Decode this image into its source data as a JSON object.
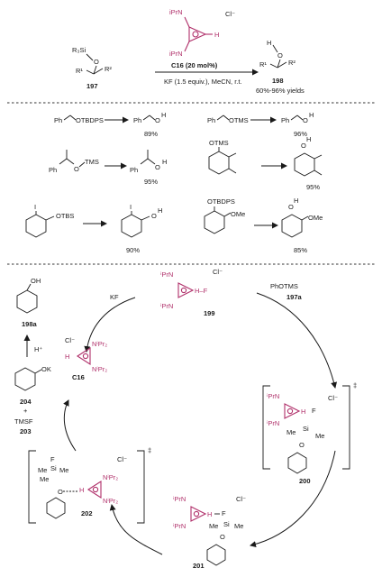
{
  "scheme": {
    "catalyst": {
      "iprn_top": "iPrN",
      "iprn_bottom": "iPrN",
      "anion": "Cl⁻",
      "h": "H",
      "label": "C16 (20 mol%)",
      "conditions": "KF (1.5 equiv.), MeCN, r.t."
    },
    "reaction": {
      "reactant_group": "R₃Si",
      "o": "O",
      "r1": "R¹",
      "r2": "R²",
      "reactant_label": "197",
      "product_h": "H",
      "product_o": "O",
      "product_r1": "R¹",
      "product_r2": "R²",
      "product_label": "198",
      "yield_range": "60%-96% yields"
    },
    "examples": [
      {
        "substrate": "Ph⁀OTBDPS",
        "product": "Ph⁀OH",
        "yield": "89%"
      },
      {
        "substrate": "Ph⁀OTMS",
        "product": "Ph⁀OH",
        "yield": "96%"
      },
      {
        "substrate": "Ph(Me)CH–OTMS",
        "product": "Ph(Me)CH–OH",
        "yield": "95%"
      },
      {
        "substrate": "OTMS",
        "product": "OH",
        "yield": "95%"
      },
      {
        "substrate": "OTBS",
        "product": "OH",
        "yield": "90%"
      },
      {
        "substrate": "OTBDPS / OMe",
        "product": "OH / OMe",
        "yield": "85%"
      }
    ],
    "example_text": {
      "ph": "Ph",
      "otbdps": "OTBDPS",
      "otms": "OTMS",
      "otbs": "OTBS",
      "ome": "OMe",
      "o": "O",
      "h": "H",
      "i": "I",
      "tms": "TMS"
    },
    "cycle": {
      "l198a": "198a",
      "oh": "OH",
      "hplus": "H⁺",
      "ok": "OK",
      "l204": "204",
      "plus": "+",
      "tmsf": "TMSF",
      "l203": "203",
      "kf": "KF",
      "l199": "199",
      "hf": "H–F",
      "photms": "PhOTMS",
      "l197a": "197a",
      "c16_label": "C16",
      "cl": "Cl⁻",
      "h": "H",
      "nipr2": "NⁱPr₂",
      "iprn": "ⁱPrN",
      "l200": "200",
      "l201": "201",
      "l202": "202",
      "f": "F",
      "me": "Me",
      "si": "Si",
      "o": "O",
      "dagger": "‡"
    }
  }
}
